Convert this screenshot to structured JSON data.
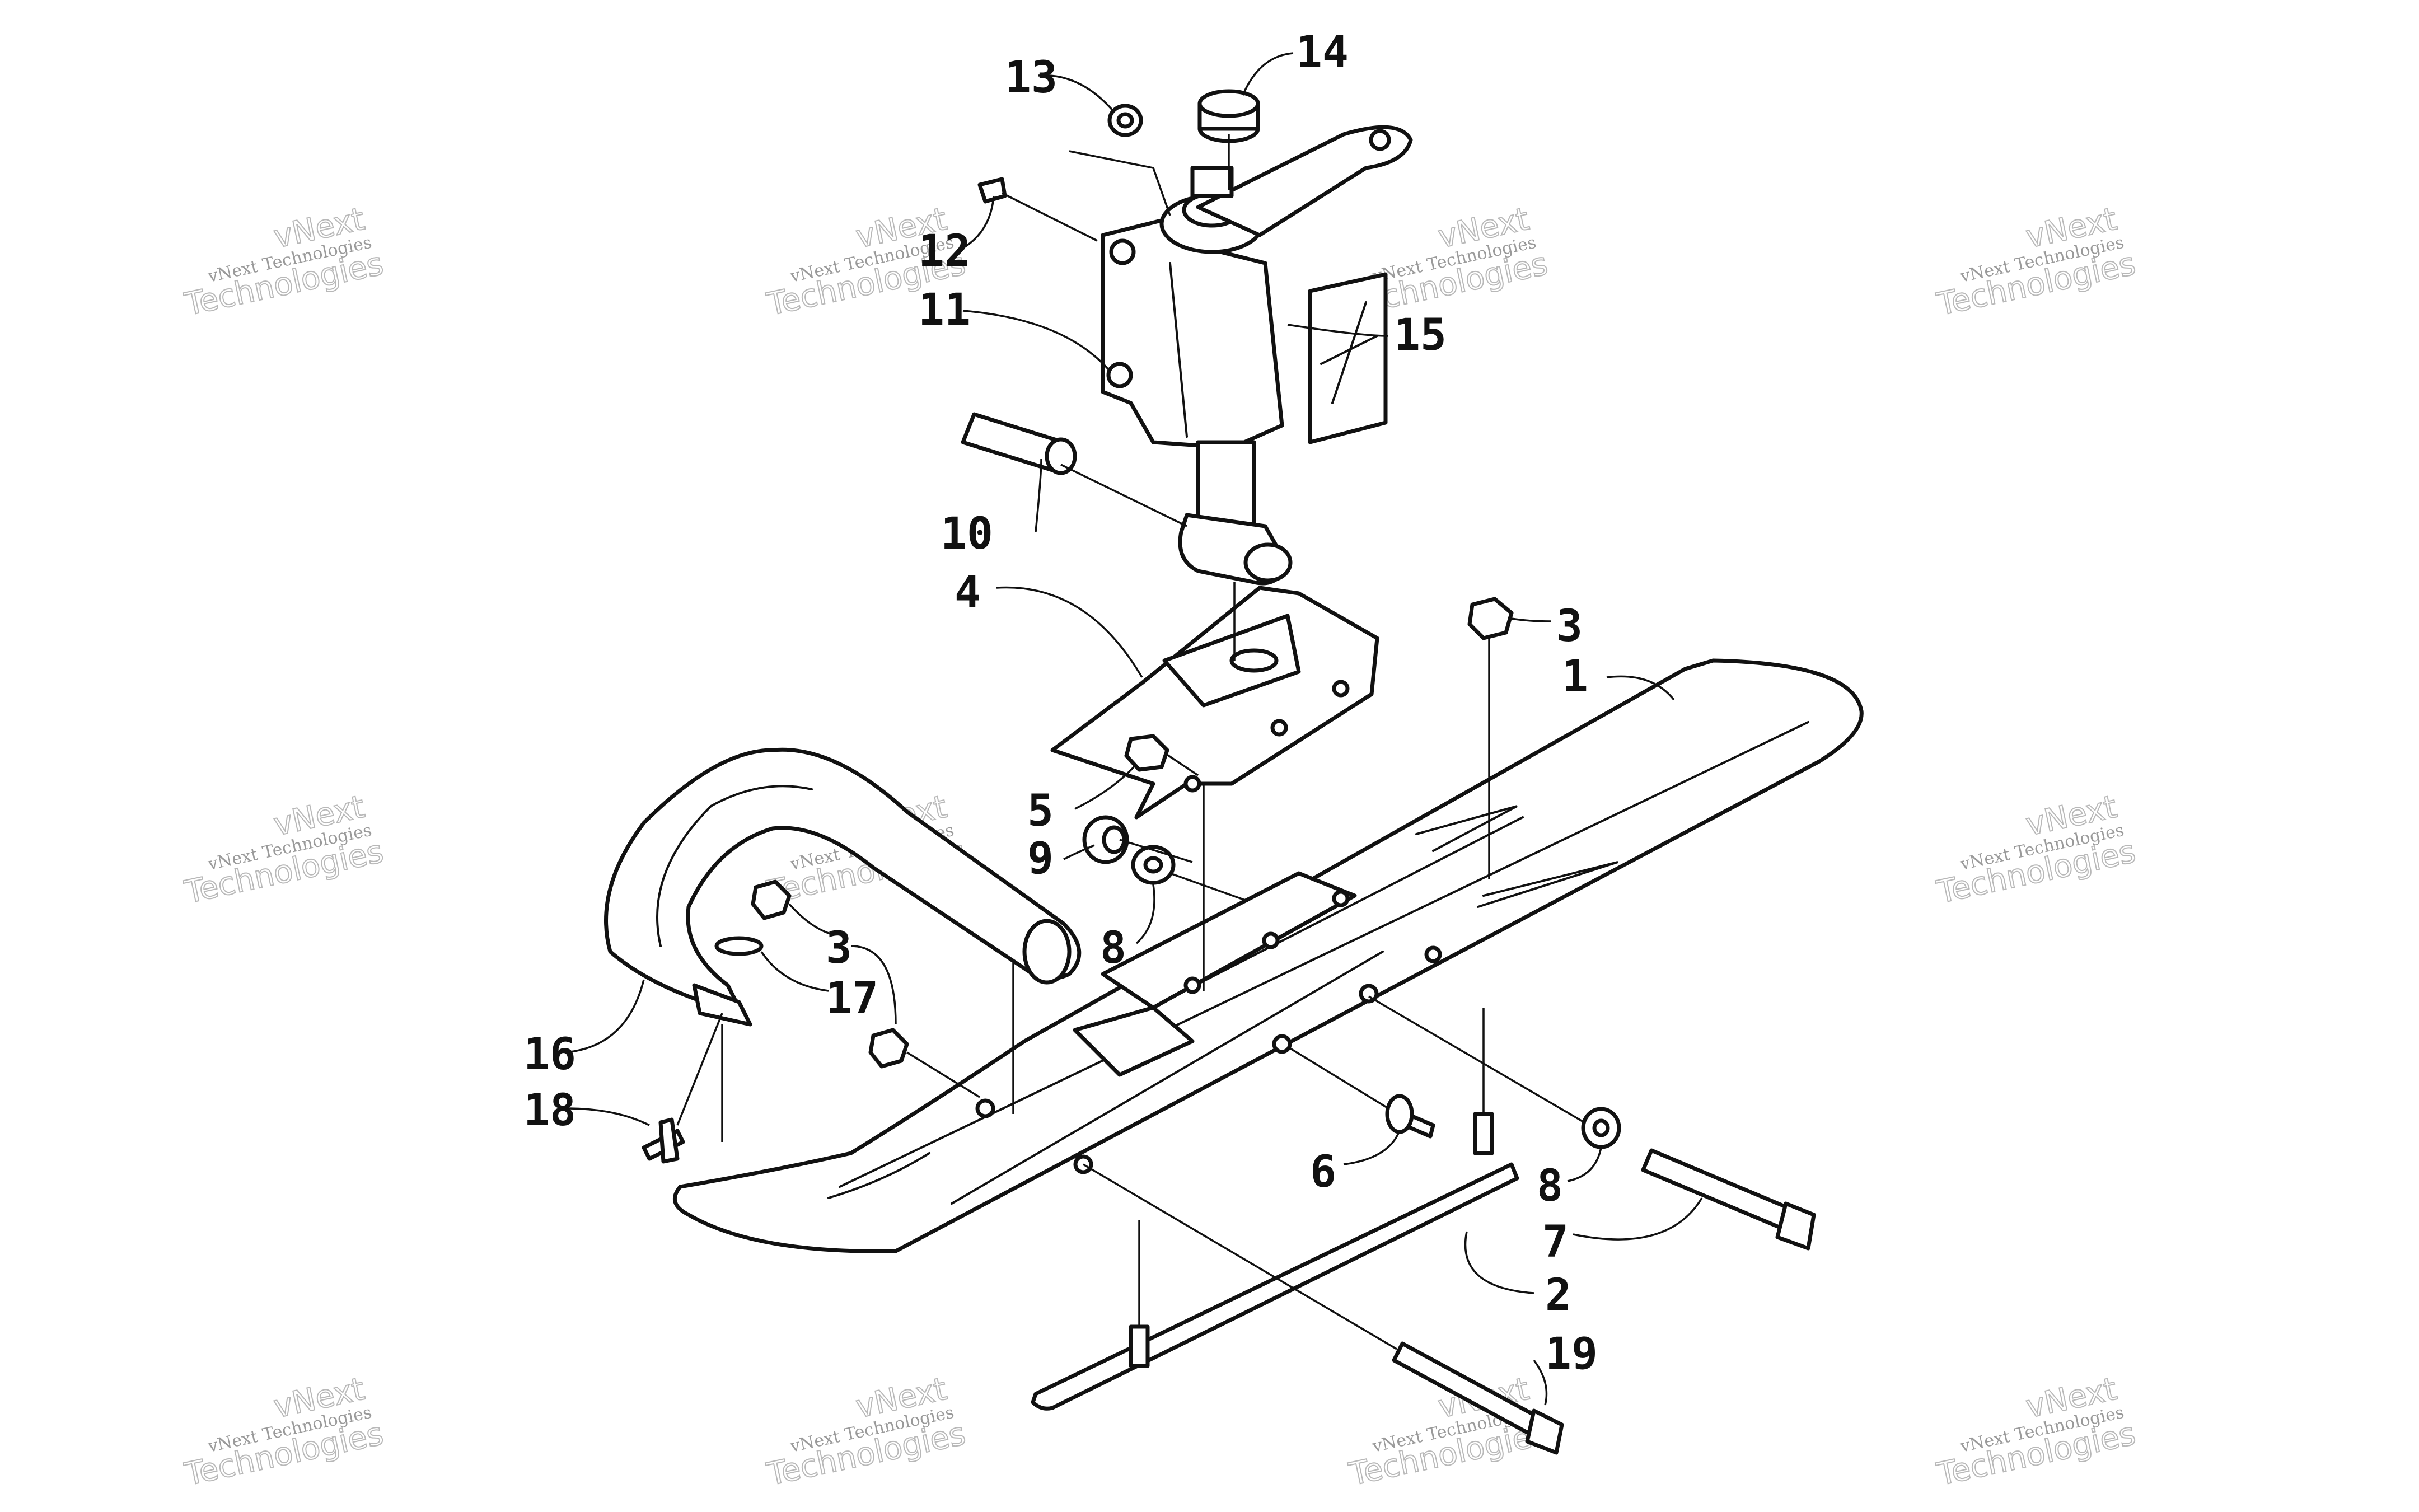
{
  "diagram": {
    "callouts": [
      {
        "id": "c1",
        "label": "1"
      },
      {
        "id": "c2",
        "label": "2"
      },
      {
        "id": "c3a",
        "label": "3"
      },
      {
        "id": "c3b",
        "label": "3"
      },
      {
        "id": "c4",
        "label": "4"
      },
      {
        "id": "c5",
        "label": "5"
      },
      {
        "id": "c6",
        "label": "6"
      },
      {
        "id": "c7",
        "label": "7"
      },
      {
        "id": "c8a",
        "label": "8"
      },
      {
        "id": "c8b",
        "label": "8"
      },
      {
        "id": "c9",
        "label": "9"
      },
      {
        "id": "c10",
        "label": "10"
      },
      {
        "id": "c11",
        "label": "11"
      },
      {
        "id": "c12",
        "label": "12"
      },
      {
        "id": "c13",
        "label": "13"
      },
      {
        "id": "c14",
        "label": "14"
      },
      {
        "id": "c15",
        "label": "15"
      },
      {
        "id": "c16",
        "label": "16"
      },
      {
        "id": "c17",
        "label": "17"
      },
      {
        "id": "c18",
        "label": "18"
      },
      {
        "id": "c19",
        "label": "19"
      }
    ],
    "watermark": {
      "line1": "vNext",
      "line2": "vNext Technologies",
      "line3": "Technologies"
    }
  }
}
